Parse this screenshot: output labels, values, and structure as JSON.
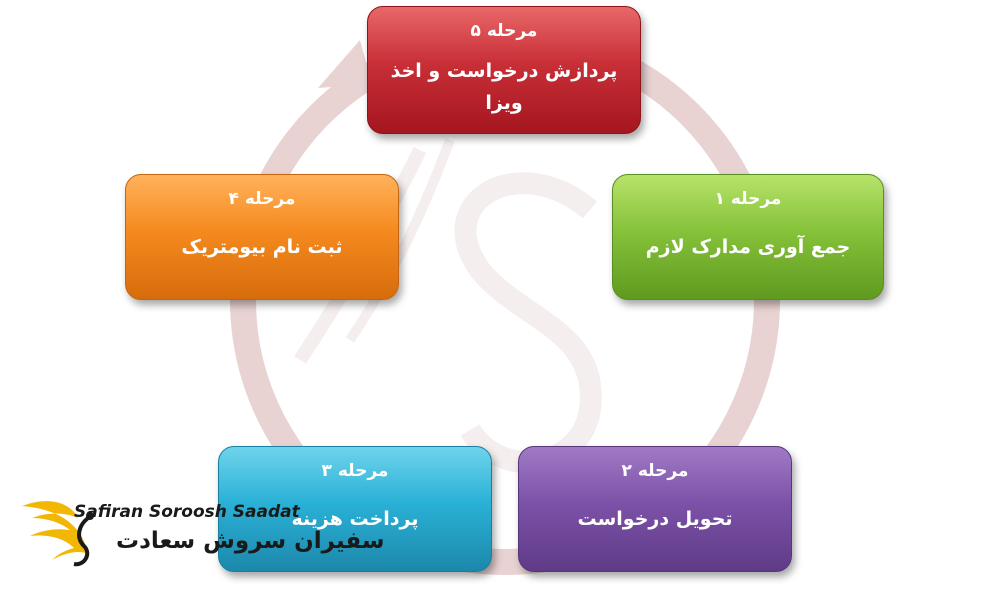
{
  "steps": [
    {
      "id": "step5",
      "stage": "مرحله ۵",
      "desc": "پردازش درخواست و اخذ ویزا",
      "color": "#c82f37"
    },
    {
      "id": "step1",
      "stage": "مرحله ۱",
      "desc": "جمع آوری مدارک لازم",
      "color": "#86c23a"
    },
    {
      "id": "step2",
      "stage": "مرحله ۲",
      "desc": "تحویل درخواست",
      "color": "#7c52a8"
    },
    {
      "id": "step3",
      "stage": "مرحله ۳",
      "desc": "پرداخت هزینه",
      "color": "#2ab1d6"
    },
    {
      "id": "step4",
      "stage": "مرحله ۴",
      "desc": "ثبت نام بیومتریک",
      "color": "#f58a1f"
    }
  ],
  "logo": {
    "latin": "Safiran Soroosh Saadat",
    "farsi": "سفیران سروش سعادت",
    "accent_color": "#f2b705"
  },
  "cycle_color": "#e3c9c9"
}
